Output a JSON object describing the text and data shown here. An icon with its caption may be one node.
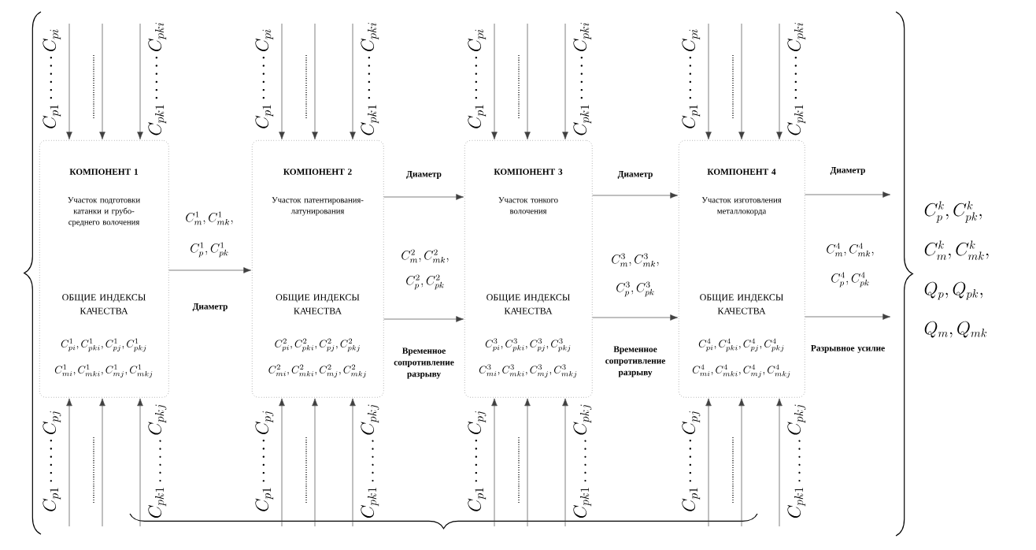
{
  "diagram": {
    "nodes": [
      {
        "text": [
          "КОМПОНЕНТ 1",
          "Участок подготовки катанки и грубо-среднего волочения",
          "ОБЩИЕ ИНДЕКСЫ КАЧЕСТВА",
          "C^{1}_{pi}, C^{1}_{pki}, C^{1}_{pj}, C^{1}_{pkj}",
          "C^{1}_{mi}, C^{1}_{mki}, C^{1}_{mj}, C^{1}_{mkj}"
        ]
      },
      {
        "text": [
          "КОМПОНЕНТ 2",
          "Участок патентирования-латунирования",
          "ОБЩИЕ ИНДЕКСЫ КАЧЕСТВА",
          "C^{2}_{pi}, C^{2}_{pki}, C^{2}_{pj}, C^{2}_{pkj}",
          "C^{2}_{mi}, C^{2}_{mki}, C^{2}_{mj}, C^{2}_{mkj}"
        ]
      },
      {
        "text": [
          "КОМПОНЕНТ 3",
          "Участок тонкого волочения",
          "ОБЩИЕ ИНДЕКСЫ КАЧЕСТВА",
          "C^{3}_{pi}, C^{3}_{pki}, C^{3}_{pj}, C^{3}_{pkj}",
          "C^{3}_{mi}, C^{3}_{mki}, C^{3}_{mj}, C^{3}_{mkj}"
        ]
      },
      {
        "text": [
          "КОМПОНЕНТ 4",
          "Участок изготовления металлокорда",
          "ОБЩИЕ ИНДЕКСЫ КАЧЕСТВА",
          "C^{4}_{pi}, C^{4}_{pki}, C^{4}_{pj}, C^{4}_{pkj}",
          "C^{4}_{mi}, C^{4}_{mki}, C^{4}_{mj}, C^{4}_{mkj}"
        ]
      },
      {
        "text": [
          "C^{k}_{p}, C^{k}_{pk},",
          "C^{k}_{m}, C^{k}_{mk},",
          "Q_{p}, Q_{pk},",
          "Q_{m}, Q_{mk}"
        ]
      }
    ],
    "edges": [
      {
        "from": null,
        "to": 0,
        "arrow": "to",
        "label": "C_{p1}\\cdots\\cdots C_{pi}"
      },
      {
        "from": null,
        "to": 0,
        "arrow": "to"
      },
      {
        "from": null,
        "to": 0,
        "arrow": "to",
        "label": "C_{pk1}\\cdots\\cdots C_{pki}"
      },
      {
        "from": null,
        "to": 0,
        "arrow": "to",
        "label": "C_{p1}\\cdots\\cdots C_{pj}"
      },
      {
        "from": null,
        "to": 0,
        "arrow": "to"
      },
      {
        "from": null,
        "to": 0,
        "arrow": "to",
        "label": "C_{pk1}\\ldots\\ldots C_{pkj}"
      },
      {
        "from": null,
        "to": 1,
        "arrow": "to",
        "label": "C_{p1}\\cdots\\cdots C_{pi}"
      },
      {
        "from": null,
        "to": 1,
        "arrow": "to"
      },
      {
        "from": null,
        "to": 1,
        "arrow": "to",
        "label": "C_{pk1}\\cdots\\cdots C_{pki}"
      },
      {
        "from": null,
        "to": 1,
        "arrow": "to",
        "label": "C_{p1}\\cdots\\cdots C_{pj}"
      },
      {
        "from": null,
        "to": 1,
        "arrow": "to"
      },
      {
        "from": null,
        "to": 1,
        "arrow": "to",
        "label": "C_{pk1}\\ldots\\ldots C_{pkj}"
      },
      {
        "from": null,
        "to": 2,
        "arrow": "to",
        "label": "C_{p1}\\cdots\\cdots C_{pi}"
      },
      {
        "from": null,
        "to": 2,
        "arrow": "to"
      },
      {
        "from": null,
        "to": 2,
        "arrow": "to",
        "label": "C_{pk1}\\cdots\\cdots C_{pki}"
      },
      {
        "from": null,
        "to": 2,
        "arrow": "to",
        "label": "C_{p1}\\cdots\\cdots C_{pj}"
      },
      {
        "from": null,
        "to": 2,
        "arrow": "to"
      },
      {
        "from": null,
        "to": 2,
        "arrow": "to",
        "label": "C_{pk1}\\ldots\\ldots C_{pkj}"
      },
      {
        "from": null,
        "to": 3,
        "arrow": "to",
        "label": "C_{p1}\\cdots\\cdots C_{pi}"
      },
      {
        "from": null,
        "to": 3,
        "arrow": "to"
      },
      {
        "from": null,
        "to": 3,
        "arrow": "to",
        "label": "C_{pk1}\\cdots\\cdots C_{pki}"
      },
      {
        "from": null,
        "to": 3,
        "arrow": "to",
        "label": "C_{p1}\\cdots\\cdots C_{pj}"
      },
      {
        "from": null,
        "to": 3,
        "arrow": "to"
      },
      {
        "from": null,
        "to": 3,
        "arrow": "to",
        "label": "C_{pk1}\\ldots\\ldots C_{pkj}"
      },
      {
        "from": 0,
        "to": 1,
        "arrow": "to",
        "label": "Диаметр"
      },
      {
        "from": 1,
        "to": 2,
        "arrow": "to",
        "label": "Диаметр"
      },
      {
        "from": 1,
        "to": 2,
        "arrow": "to",
        "label": "Временное сопротивление разрыву"
      },
      {
        "from": 2,
        "to": 3,
        "arrow": "to",
        "label": "Диаметр"
      },
      {
        "from": 2,
        "to": 3,
        "arrow": "to",
        "label": "Временное сопротивление разрыву"
      },
      {
        "from": 3,
        "to": 4,
        "arrow": "to",
        "label": "Диаметр"
      },
      {
        "from": 3,
        "to": 4,
        "arrow": "to",
        "label": "Разрывное усилие"
      }
    ],
    "labels": [
      "C^{1}_{m}, C^{1}_{mk},",
      "C^{1}_{p}, C^{1}_{pk}",
      "C^{2}_{m}, C^{2}_{mk},",
      "C^{2}_{p}, C^{2}_{pk}",
      "C^{3}_{m}, C^{3}_{mk},",
      "C^{3}_{p}, C^{3}_{pk}",
      "C^{4}_{m}, C^{4}_{mk},",
      "C^{4}_{p}, C^{4}_{pk}"
    ]
  }
}
